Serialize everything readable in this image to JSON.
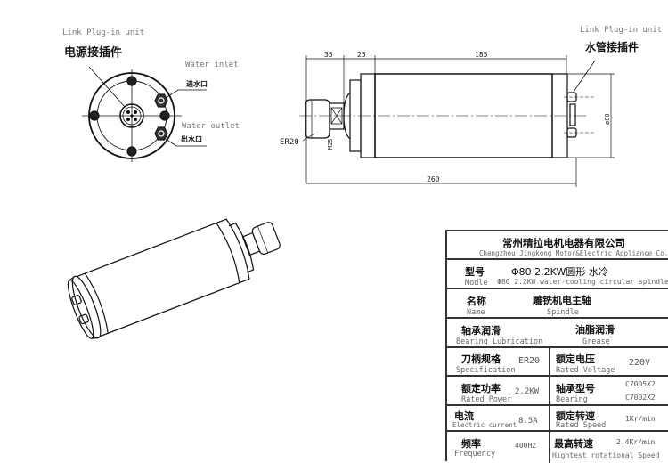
{
  "end_view": {
    "link_label": "Link Plug-in unit",
    "power_connector_cn": "电源接插件",
    "water_inlet": "Water inlet",
    "water_inlet_cn": "进水口",
    "water_outlet": "Water outlet",
    "water_outlet_cn": "出水口"
  },
  "side_view": {
    "link_label": "Link Plug-in unit",
    "water_connector_cn": "水管接插件",
    "dim_35": "35",
    "dim_25": "25",
    "dim_185": "185",
    "dim_260": "260",
    "dim_dia": "ø80",
    "collet": "ER20",
    "thread": "M25"
  },
  "table": {
    "company_cn": "常州精拉电机电器有限公司",
    "company_en": "Changzhou Jingkong Motor&Electric Appliance Co.,Ltd",
    "model_cn": "型号",
    "model_en": "Modle",
    "model_value_cn": "Φ80 2.2KW圆形 水冷",
    "model_value_en": "Φ80 2.2KW water-cooling circular spindle",
    "name_cn": "名称",
    "name_en": "Name",
    "name_value_cn": "雕铣机电主轴",
    "name_value_en": "Spindle",
    "lub_cn": "轴承润滑",
    "lub_en": "Bearing Lubrication",
    "lub_value_cn": "油脂润滑",
    "lub_value_en": "Grease",
    "spec_cn": "刀柄规格",
    "spec_en": "Specification",
    "spec_value": "ER20",
    "voltage_cn": "额定电压",
    "voltage_en": "Rated Voltage",
    "voltage_value": "220V",
    "power_cn": "额定功率",
    "power_en": "Rated Power",
    "power_value": "2.2KW",
    "bearing_cn": "轴承型号",
    "bearing_en": "Bearing",
    "bearing_value_1": "C7005X2",
    "bearing_value_2": "C7002X2",
    "current_cn": "电流",
    "current_en": "Electric current",
    "current_value": "8.5A",
    "speed_cn": "额定转速",
    "speed_en": "Rated Speed",
    "speed_value": "1Kr/min",
    "freq_cn": "频率",
    "freq_en": "Frequency",
    "freq_value": "400HZ",
    "max_speed_cn": "最高转速",
    "max_speed_en": "Hightest rotational Speed",
    "max_speed_value": "2.4Kr/min"
  }
}
